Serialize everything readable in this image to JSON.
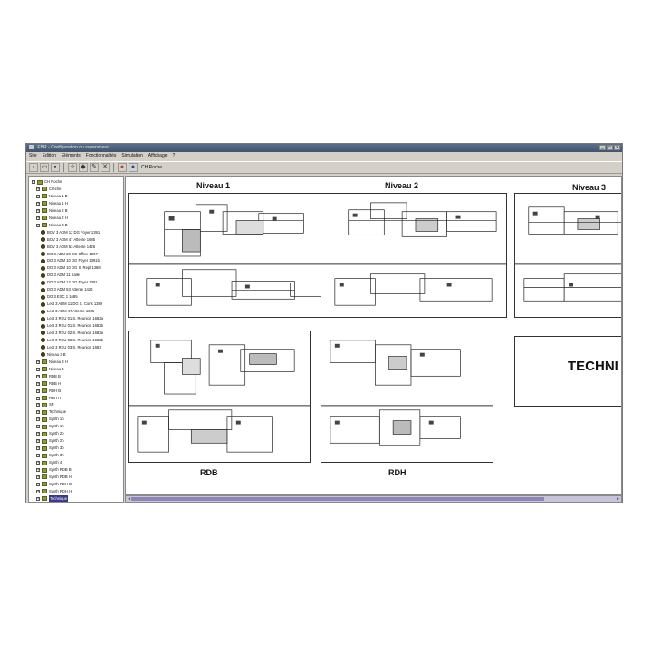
{
  "window": {
    "title": "EBR - Configuration du superviseur",
    "buttons": [
      "_",
      "□",
      "x"
    ]
  },
  "menu": [
    "Site",
    "Edition",
    "Eléments",
    "Fonctionnalités",
    "Simulation",
    "Affichage",
    "?"
  ],
  "toolbar": {
    "site_label": "CH Roche"
  },
  "tree": [
    {
      "label": "CH Roche",
      "kind": "folder",
      "level": 0
    },
    {
      "label": "Crèche",
      "kind": "folder",
      "level": 1
    },
    {
      "label": "Niveau 1 B",
      "kind": "folder",
      "level": 1
    },
    {
      "label": "Niveau 1 H",
      "kind": "folder",
      "level": 1
    },
    {
      "label": "Niveau 2 B",
      "kind": "folder",
      "level": 1
    },
    {
      "label": "Niveau 2 H",
      "kind": "folder",
      "level": 1
    },
    {
      "label": "Niveau 3 B",
      "kind": "folder",
      "level": 1
    },
    {
      "label": "BOV 3 ADM 12 DG Foyer 1391",
      "kind": "item",
      "level": 2
    },
    {
      "label": "BOV 3 ADM 47 Attente 1685",
      "kind": "item",
      "level": 2
    },
    {
      "label": "BOV 3 ADM 53 Attente 1426",
      "kind": "item",
      "level": 2
    },
    {
      "label": "DO 3 ADM 28 DG Office 1367",
      "kind": "item",
      "level": 2
    },
    {
      "label": "DO 3 ADM 10 DG Foyer 1391b",
      "kind": "item",
      "level": 2
    },
    {
      "label": "DO 3 ADM 10 DG S. Repl 1388",
      "kind": "item",
      "level": 2
    },
    {
      "label": "DO 3 ADM 11 Salle",
      "kind": "item",
      "level": 2
    },
    {
      "label": "DO 3 ADM 12 DG Foyer 1391",
      "kind": "item",
      "level": 2
    },
    {
      "label": "DO 3 ADM 53 Attente 1426",
      "kind": "item",
      "level": 2
    },
    {
      "label": "DO 3 ESC 1 1685",
      "kind": "item",
      "level": 2
    },
    {
      "label": "Lect 3 ADM 11 DG S. Cons 1389",
      "kind": "item",
      "level": 2
    },
    {
      "label": "Lect 3 ADM 47 Attente 1685",
      "kind": "item",
      "level": 2
    },
    {
      "label": "Lect 3 REU 01 S. Réunion 1682a",
      "kind": "item",
      "level": 2
    },
    {
      "label": "Lect 3 REU 01 S. Réunion 1682b",
      "kind": "item",
      "level": 2
    },
    {
      "label": "Lect 3 REU 02 S. Réunion 1682a",
      "kind": "item",
      "level": 2
    },
    {
      "label": "Lect 3 REU 02 S. Réunion 1682b",
      "kind": "item",
      "level": 2
    },
    {
      "label": "Lect 3 REU 03 S. Réunion 1683",
      "kind": "item",
      "level": 2
    },
    {
      "label": "Niveau 3 B",
      "kind": "item-special",
      "level": 2
    },
    {
      "label": "Niveau 3 H",
      "kind": "folder",
      "level": 1
    },
    {
      "label": "Niveau 4",
      "kind": "folder",
      "level": 1
    },
    {
      "label": "RDB B",
      "kind": "folder",
      "level": 1
    },
    {
      "label": "RDB H",
      "kind": "folder",
      "level": 1
    },
    {
      "label": "RDH B",
      "kind": "folder",
      "level": 1
    },
    {
      "label": "RDH H",
      "kind": "folder",
      "level": 1
    },
    {
      "label": "SP",
      "kind": "folder",
      "level": 1
    },
    {
      "label": "Technique",
      "kind": "folder",
      "level": 1
    },
    {
      "label": "Synth 1b",
      "kind": "folder",
      "level": 1
    },
    {
      "label": "Synth 1h",
      "kind": "folder",
      "level": 1
    },
    {
      "label": "Synth 2b",
      "kind": "folder",
      "level": 1
    },
    {
      "label": "Synth 2h",
      "kind": "folder",
      "level": 1
    },
    {
      "label": "Synth 3b",
      "kind": "folder",
      "level": 1
    },
    {
      "label": "Synth 3h",
      "kind": "folder",
      "level": 1
    },
    {
      "label": "Synth 4",
      "kind": "folder",
      "level": 1
    },
    {
      "label": "Synth RDB B",
      "kind": "folder",
      "level": 1
    },
    {
      "label": "Synth RDB H",
      "kind": "folder",
      "level": 1
    },
    {
      "label": "Synth RDH B",
      "kind": "folder",
      "level": 1
    },
    {
      "label": "Synth RDH H",
      "kind": "folder",
      "level": 1
    },
    {
      "label": "Technique",
      "kind": "folder",
      "level": 1,
      "selected": true
    }
  ],
  "floors": {
    "niveau1": "Niveau 1",
    "niveau2": "Niveau 2",
    "niveau3": "Niveau 3",
    "rdb": "RDB",
    "rdh": "RDH",
    "technique": "TECHNI"
  },
  "colors": {
    "tree_folder": "#8a9a3a",
    "tree_dot": "#5c4a14",
    "selection": "#3a3a8a",
    "scroll_thumb": "#8c86b8"
  }
}
